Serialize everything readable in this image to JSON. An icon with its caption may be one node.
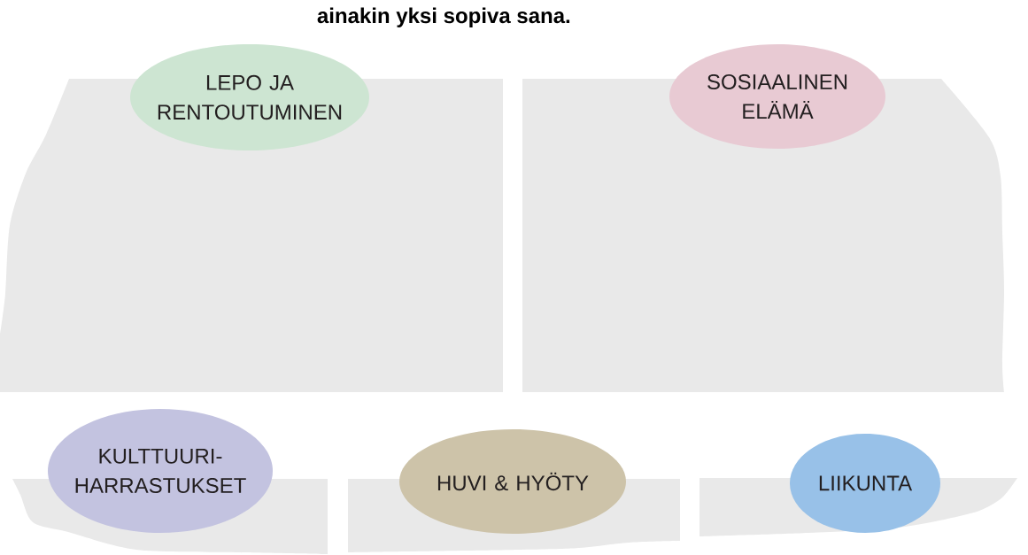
{
  "diagram": {
    "nodes": [
      {
        "text": [
          "LEPO JA RENTOUTUMINEN"
        ]
      },
      {
        "text": [
          "SOSIAALINEN ELÄMÄ"
        ]
      },
      {
        "text": [
          "KULTTUURI-HARRASTUKSET"
        ]
      },
      {
        "text": [
          "HUVI & HYÖTY"
        ]
      },
      {
        "text": [
          "LIIKUNTA"
        ]
      }
    ],
    "labels": [
      "ainakin yksi sopiva sana."
    ]
  }
}
